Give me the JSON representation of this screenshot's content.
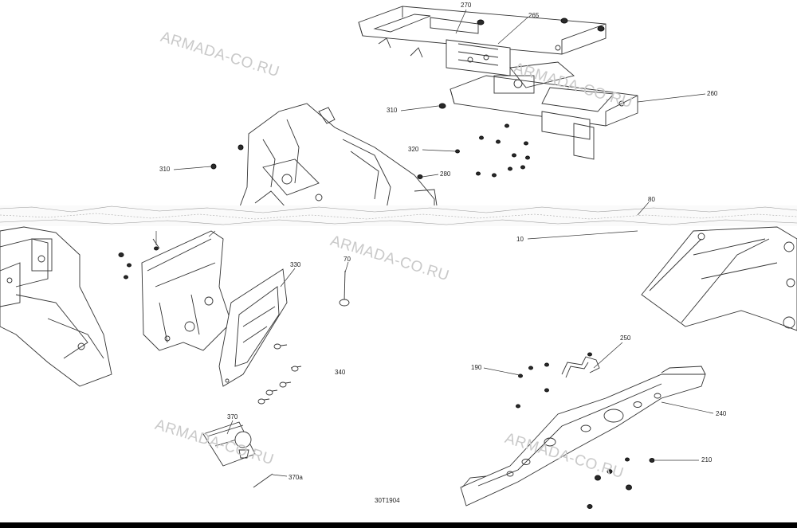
{
  "watermark": "ARMADA-CO.RU",
  "drawing_code": "30T1904",
  "callouts": {
    "c270": "270",
    "c265": "265",
    "c260": "260",
    "c310a": "310",
    "c310b": "310",
    "c320": "320",
    "c280": "280",
    "c80": "80",
    "c10": "10",
    "c330": "330",
    "c70": "70",
    "c340": "340",
    "c250": "250",
    "c190": "190",
    "c240": "240",
    "c370": "370",
    "c370a": "370a",
    "c210": "210"
  },
  "colors": {
    "line": "#333333",
    "watermark": "#c9c9c9",
    "bar": "#000000"
  }
}
